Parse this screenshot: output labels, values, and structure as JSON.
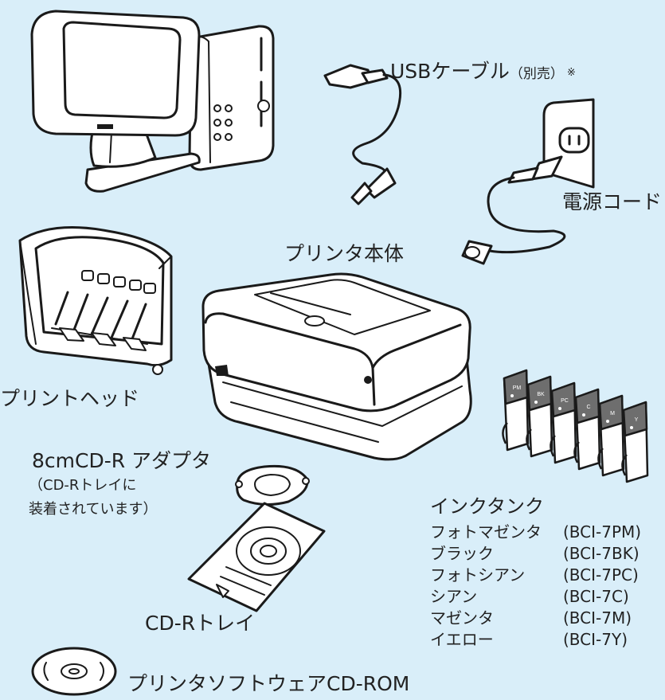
{
  "labels": {
    "usb_cable": "USBケーブル",
    "usb_note": "（別売）",
    "usb_mark": "※",
    "power_cord": "電源コード",
    "printer_body": "プリンタ本体",
    "print_head": "プリントヘッド",
    "adapter_title": "8cmCD-R アダプタ",
    "adapter_note_1": "（CD-Rトレイに",
    "adapter_note_2": "装着されています）",
    "cdr_tray": "CD-Rトレイ",
    "software_cd": "プリンタソフトウェアCD-ROM",
    "ink_tank": "インクタンク"
  },
  "ink_tanks": [
    {
      "name": "フォトマゼンタ",
      "code": "(BCI-7PM)"
    },
    {
      "name": "ブラック",
      "code": "(BCI-7BK)"
    },
    {
      "name": "フォトシアン",
      "code": "(BCI-7PC)"
    },
    {
      "name": "シアン",
      "code": "(BCI-7C)"
    },
    {
      "name": "マゼンタ",
      "code": "(BCI-7M)"
    },
    {
      "name": "イエロー",
      "code": "(BCI-7Y)"
    }
  ],
  "tank_labels": [
    "PM",
    "BK",
    "PC",
    "C",
    "M",
    "Y"
  ],
  "colors": {
    "background": "#d9eef9",
    "line": "#1a1a1a",
    "tank_top": "#6e6e6e"
  }
}
